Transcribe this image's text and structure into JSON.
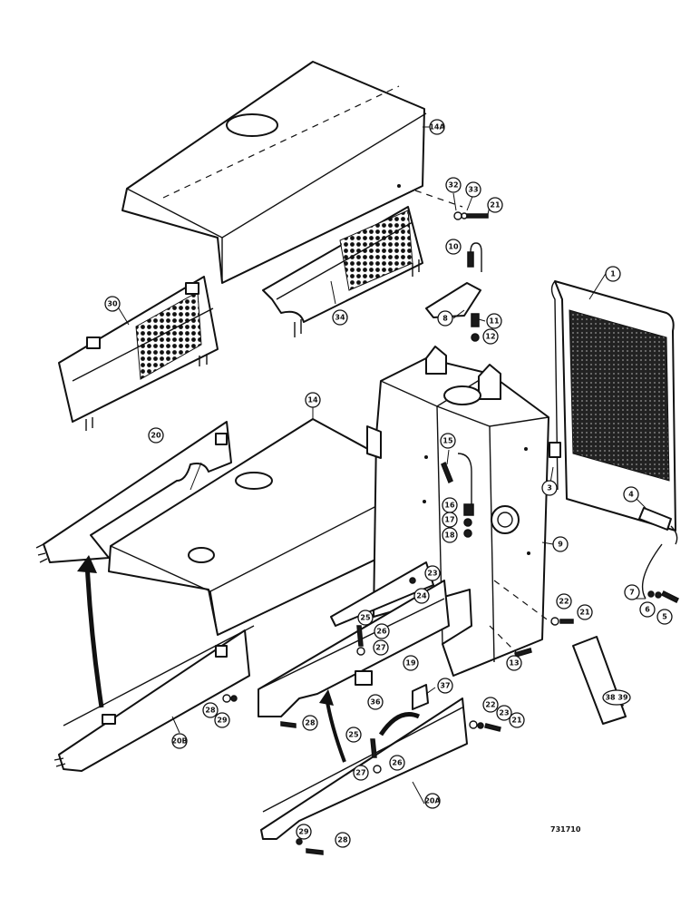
{
  "figure_number": "731710",
  "callouts": [
    {
      "id": "c14a",
      "label": "14A"
    },
    {
      "id": "c32",
      "label": "32"
    },
    {
      "id": "c33",
      "label": "33"
    },
    {
      "id": "c21a",
      "label": "21"
    },
    {
      "id": "c30",
      "label": "30"
    },
    {
      "id": "c34",
      "label": "34"
    },
    {
      "id": "c10",
      "label": "10"
    },
    {
      "id": "c8",
      "label": "8"
    },
    {
      "id": "c11",
      "label": "11"
    },
    {
      "id": "c12",
      "label": "12"
    },
    {
      "id": "c1",
      "label": "1"
    },
    {
      "id": "c14",
      "label": "14"
    },
    {
      "id": "c20",
      "label": "20"
    },
    {
      "id": "c15",
      "label": "15"
    },
    {
      "id": "c16",
      "label": "16"
    },
    {
      "id": "c17",
      "label": "17"
    },
    {
      "id": "c18",
      "label": "18"
    },
    {
      "id": "c3",
      "label": "3"
    },
    {
      "id": "c4",
      "label": "4"
    },
    {
      "id": "c9",
      "label": "9"
    },
    {
      "id": "c23a",
      "label": "23"
    },
    {
      "id": "c24",
      "label": "24"
    },
    {
      "id": "c22a",
      "label": "22"
    },
    {
      "id": "c21b",
      "label": "21"
    },
    {
      "id": "c7",
      "label": "7"
    },
    {
      "id": "c6",
      "label": "6"
    },
    {
      "id": "c5",
      "label": "5"
    },
    {
      "id": "c25a",
      "label": "25"
    },
    {
      "id": "c26a",
      "label": "26"
    },
    {
      "id": "c27a",
      "label": "27"
    },
    {
      "id": "c19",
      "label": "19"
    },
    {
      "id": "c13",
      "label": "13"
    },
    {
      "id": "c37",
      "label": "37"
    },
    {
      "id": "c36",
      "label": "36"
    },
    {
      "id": "c3839",
      "label": "38 39"
    },
    {
      "id": "c22b",
      "label": "22"
    },
    {
      "id": "c23b",
      "label": "23"
    },
    {
      "id": "c21c",
      "label": "21"
    },
    {
      "id": "c28a",
      "label": "28"
    },
    {
      "id": "c29a",
      "label": "29"
    },
    {
      "id": "c28b",
      "label": "28"
    },
    {
      "id": "c20b",
      "label": "20B"
    },
    {
      "id": "c25b",
      "label": "25"
    },
    {
      "id": "c26b",
      "label": "26"
    },
    {
      "id": "c27b",
      "label": "27"
    },
    {
      "id": "c20a",
      "label": "20A"
    },
    {
      "id": "c29b",
      "label": "29"
    },
    {
      "id": "c28c",
      "label": "28"
    }
  ]
}
